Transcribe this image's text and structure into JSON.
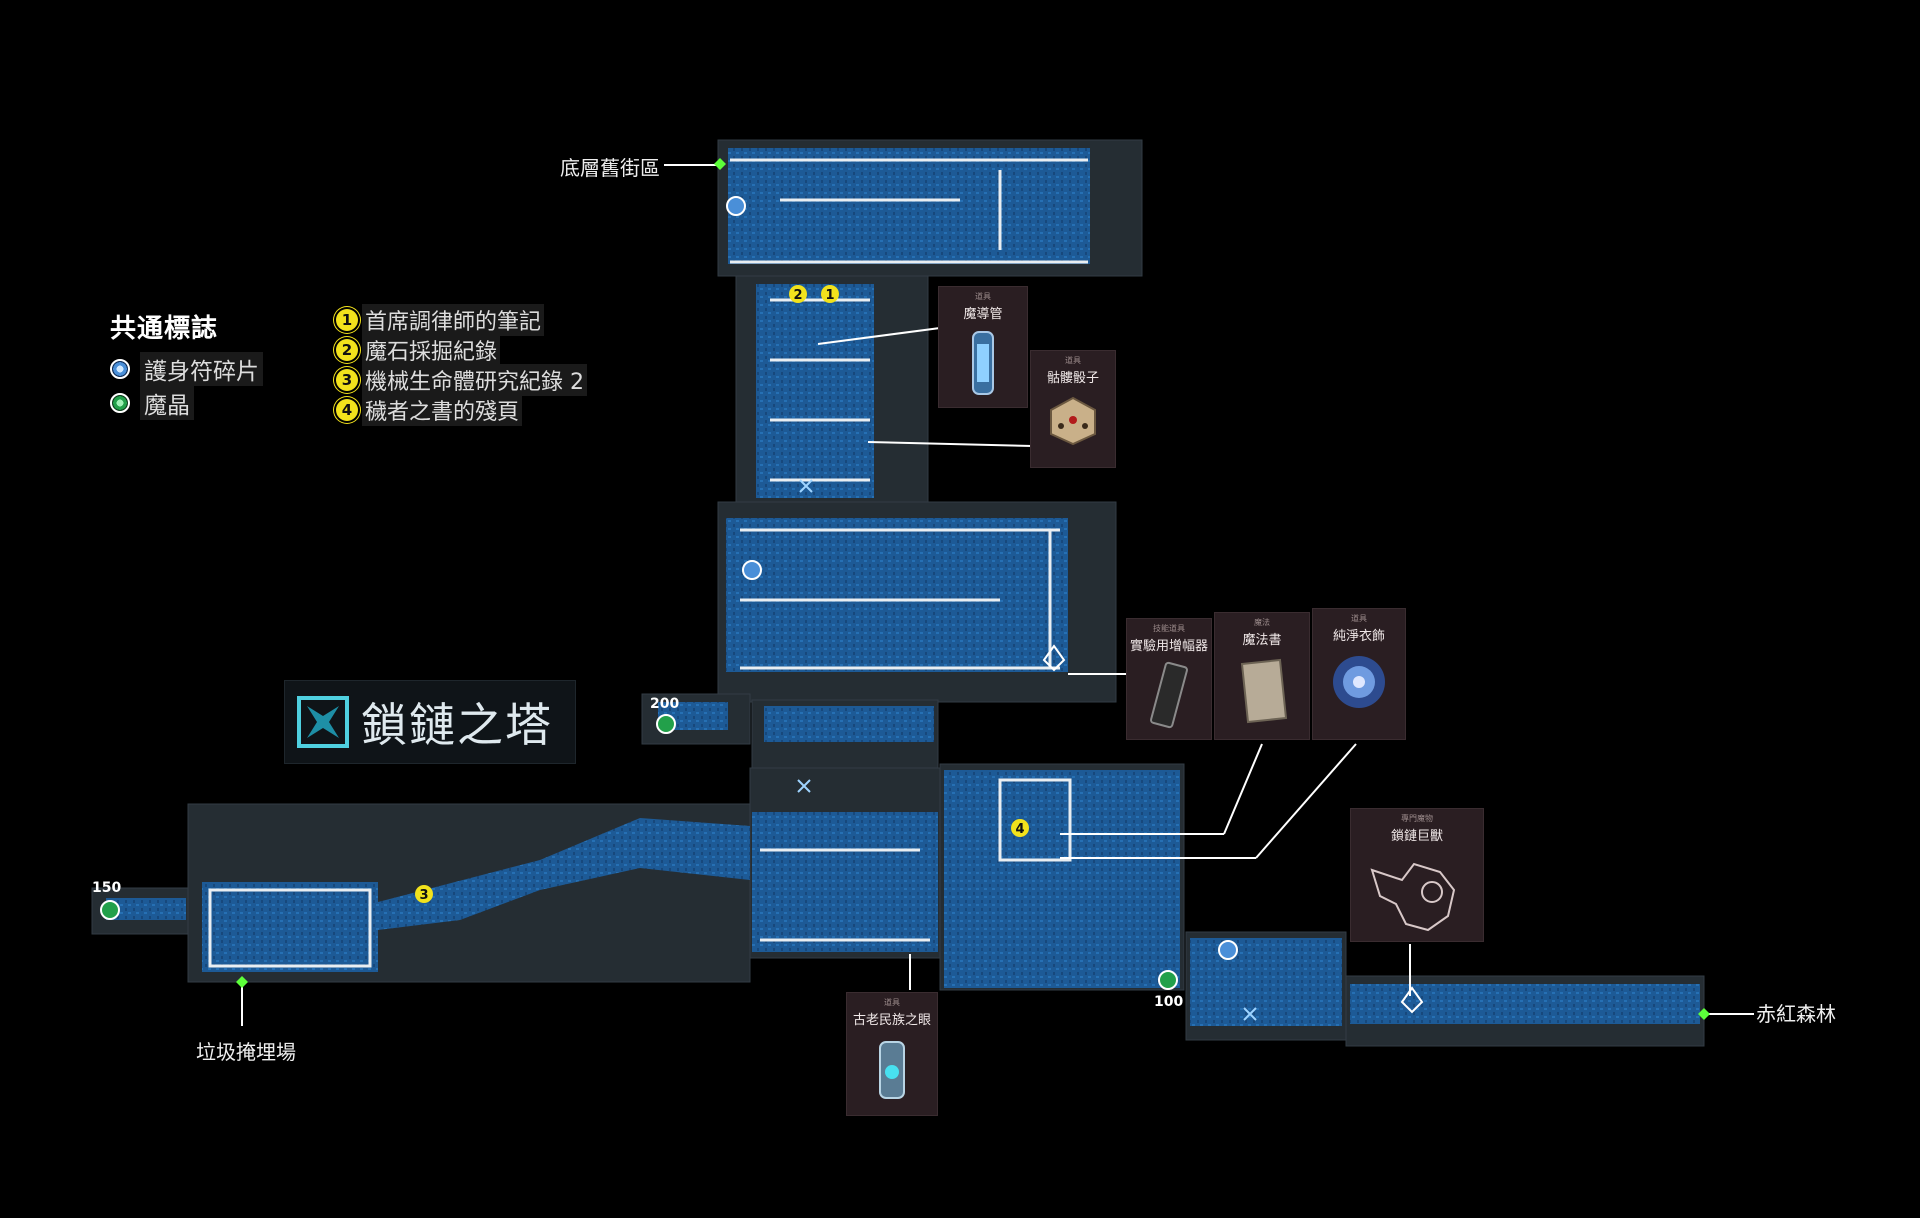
{
  "legend": {
    "title": "共通標誌",
    "items": [
      {
        "icon": "amulet-shard-icon",
        "label": "護身符碎片",
        "color": "#4a8fd8"
      },
      {
        "icon": "magic-crystal-icon",
        "label": "魔晶",
        "color": "#22a04a"
      }
    ]
  },
  "notes": [
    {
      "num": "1",
      "label": "首席調律師的筆記"
    },
    {
      "num": "2",
      "label": "魔石採掘紀錄"
    },
    {
      "num": "3",
      "label": "機械生命體研究紀錄 2"
    },
    {
      "num": "4",
      "label": "穢者之書的殘頁"
    }
  ],
  "area": {
    "name": "鎖鏈之塔",
    "icon": "chain-tower-icon"
  },
  "places": {
    "top_left": "底層舊街區",
    "bottom_left": "垃圾掩埋場",
    "right": "赤紅森林"
  },
  "crystal_values": [
    "200",
    "150",
    "100"
  ],
  "items": [
    {
      "category": "道具",
      "title": "魔導管",
      "icon": "magic-tube-icon"
    },
    {
      "category": "道具",
      "title": "骷髏骰子",
      "icon": "skull-dice-icon"
    },
    {
      "category": "技能道具",
      "title": "實驗用增幅器",
      "icon": "amplifier-icon"
    },
    {
      "category": "魔法",
      "title": "魔法書",
      "icon": "magic-book-icon"
    },
    {
      "category": "道具",
      "title": "純淨衣飾",
      "icon": "pure-garment-icon"
    },
    {
      "category": "道具",
      "title": "古老民族之眼",
      "icon": "ancient-eye-icon"
    },
    {
      "category": "專門魔物",
      "title": "鎖鏈巨獸",
      "icon": "chain-beast-icon"
    }
  ],
  "colors": {
    "room": "#1f5f9e",
    "room_dark": "#153e6a",
    "frame": "#2b333a",
    "line": "#ffffff",
    "exit": "#5cff3a",
    "note": "#f2e21c"
  }
}
